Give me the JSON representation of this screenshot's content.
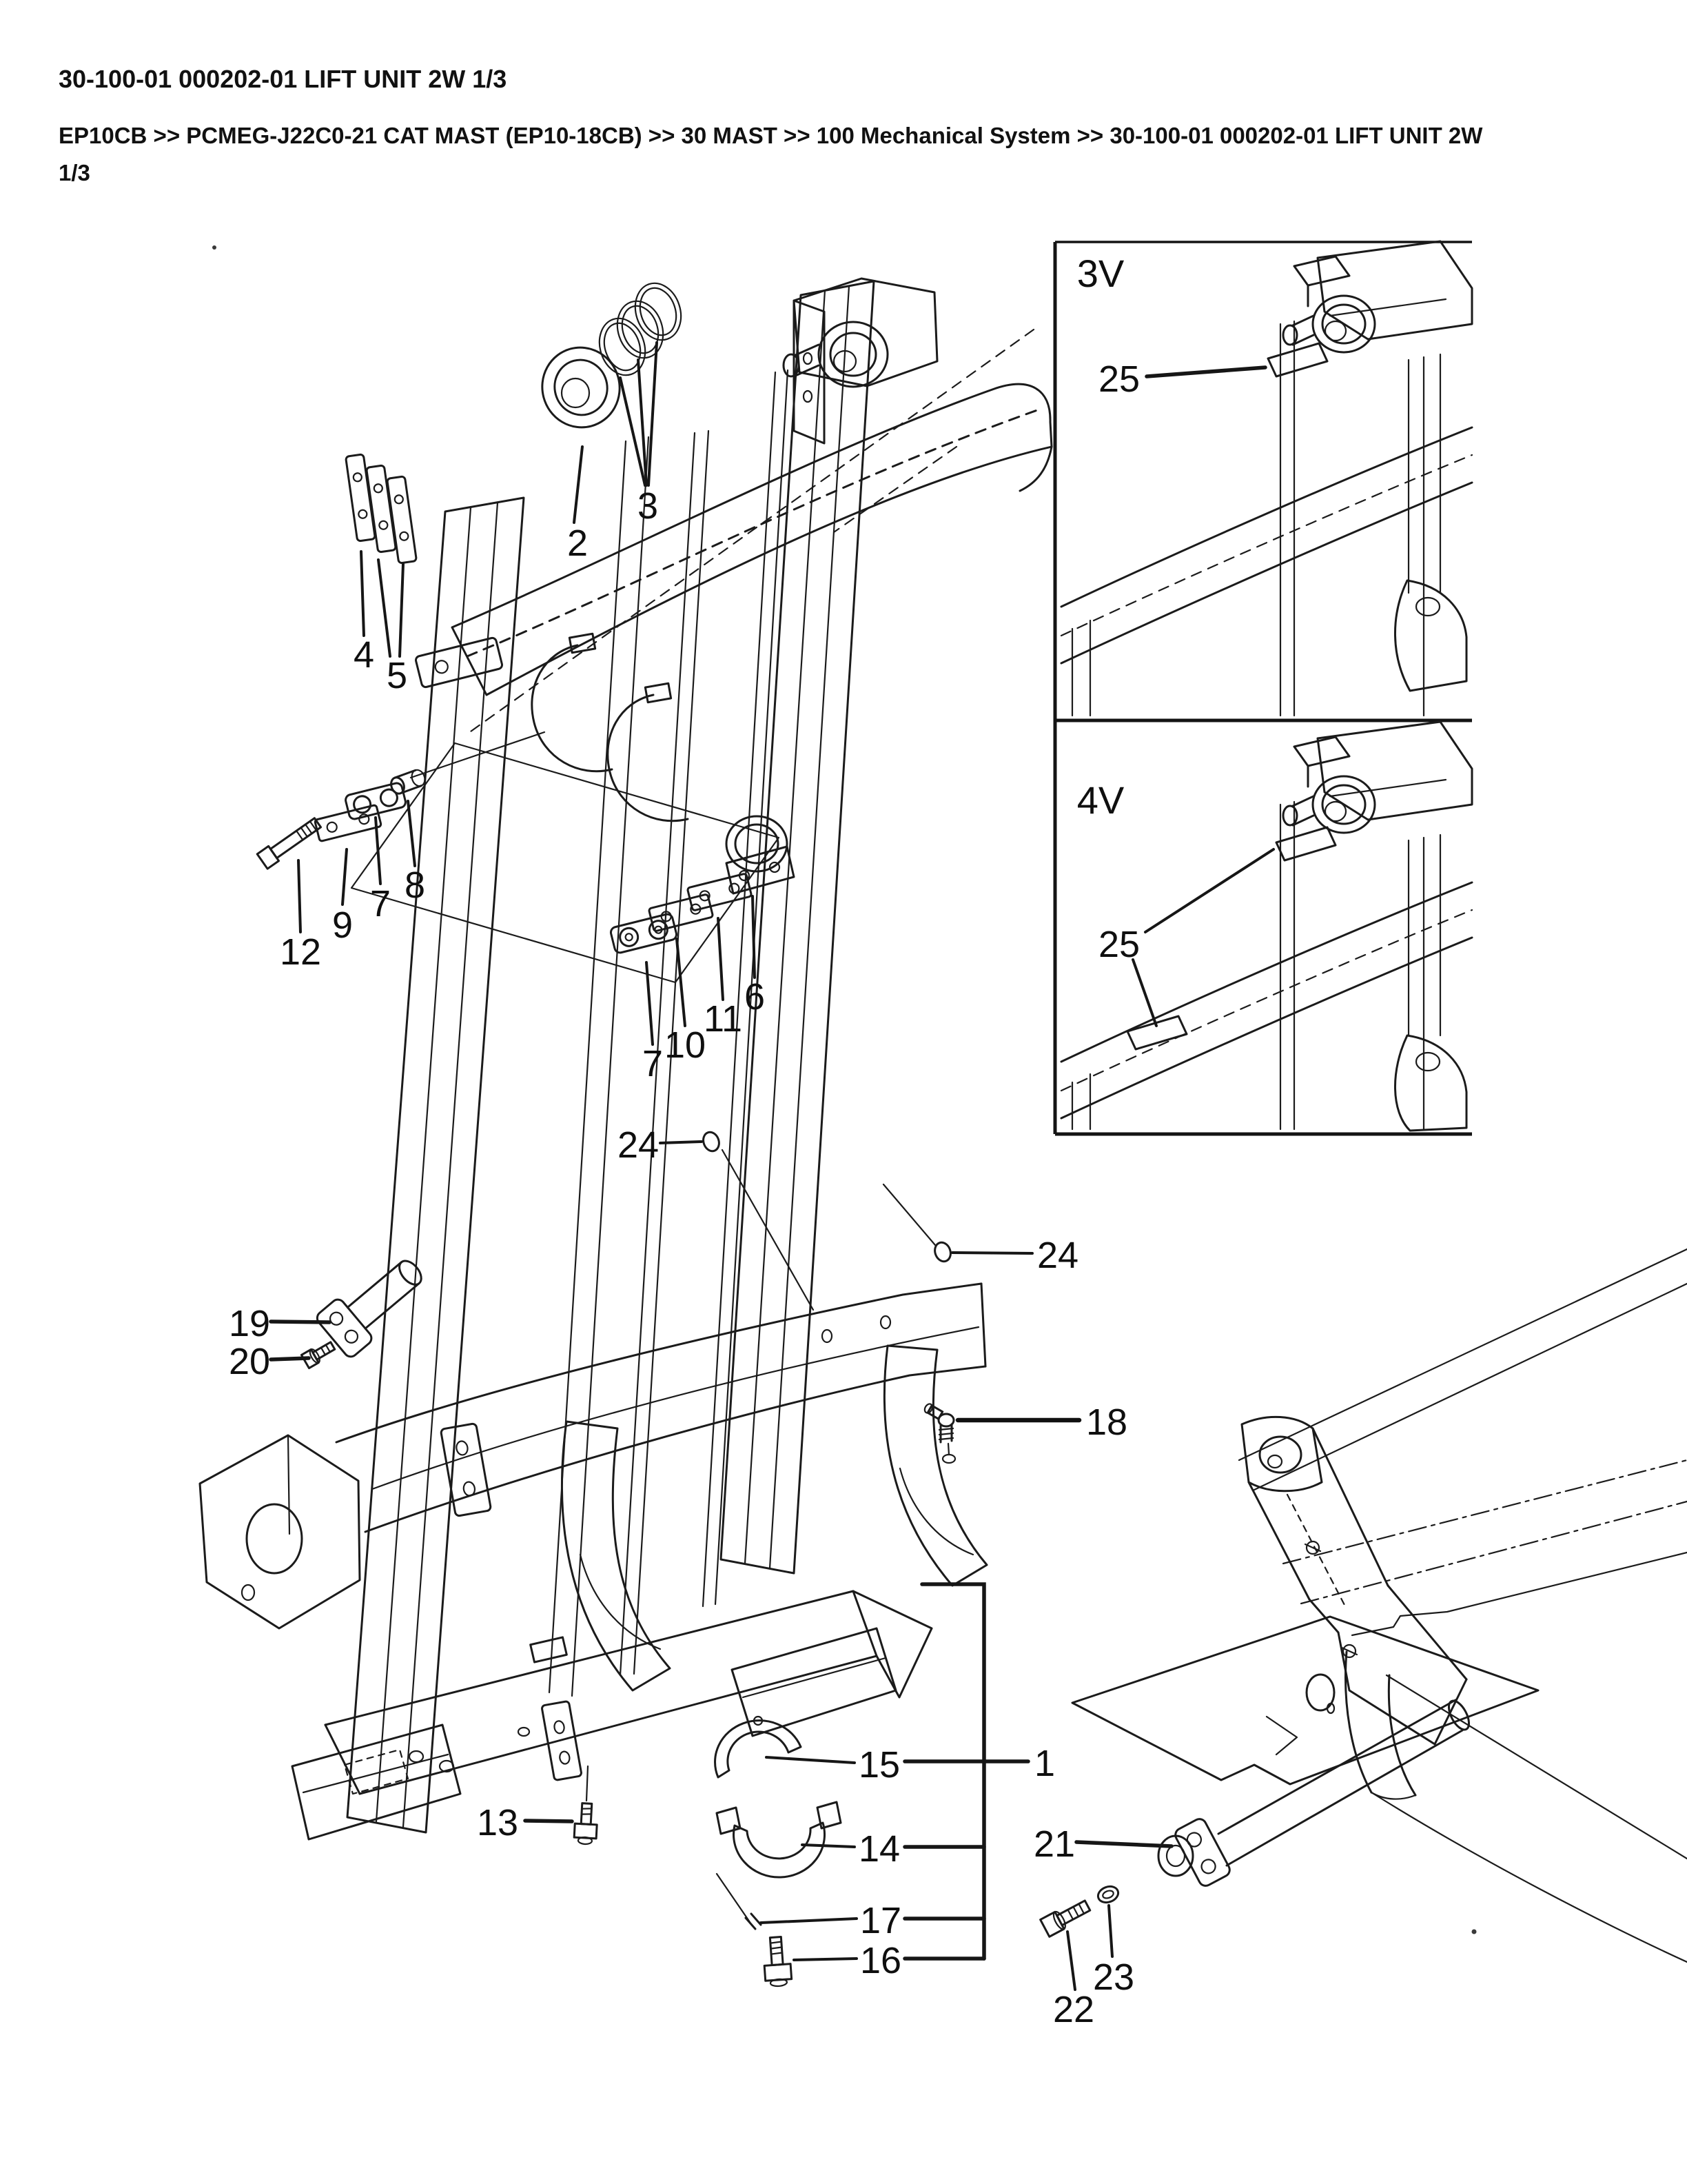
{
  "header": {
    "title": "30-100-01 000202-01 LIFT UNIT 2W 1/3",
    "breadcrumb_line1": "EP10CB >> PCMEG-J22C0-21 CAT MAST (EP10-18CB) >> 30 MAST >> 100 Mechanical System >> 30-100-01 000202-01 LIFT UNIT 2W",
    "breadcrumb_line2": "1/3"
  },
  "diagram": {
    "insets": [
      {
        "label": "3V"
      },
      {
        "label": "4V"
      }
    ],
    "callouts": [
      {
        "label": "2"
      },
      {
        "label": "3"
      },
      {
        "label": "4"
      },
      {
        "label": "5"
      },
      {
        "label": "12"
      },
      {
        "label": "9"
      },
      {
        "label": "7"
      },
      {
        "label": "8"
      },
      {
        "label": "7"
      },
      {
        "label": "10"
      },
      {
        "label": "11"
      },
      {
        "label": "6"
      },
      {
        "label": "24"
      },
      {
        "label": "24"
      },
      {
        "label": "19"
      },
      {
        "label": "20"
      },
      {
        "label": "18"
      },
      {
        "label": "13"
      },
      {
        "label": "15"
      },
      {
        "label": "14"
      },
      {
        "label": "17"
      },
      {
        "label": "16"
      },
      {
        "label": "1"
      },
      {
        "label": "21"
      },
      {
        "label": "23"
      },
      {
        "label": "22"
      },
      {
        "label": "25"
      },
      {
        "label": "25"
      }
    ]
  }
}
